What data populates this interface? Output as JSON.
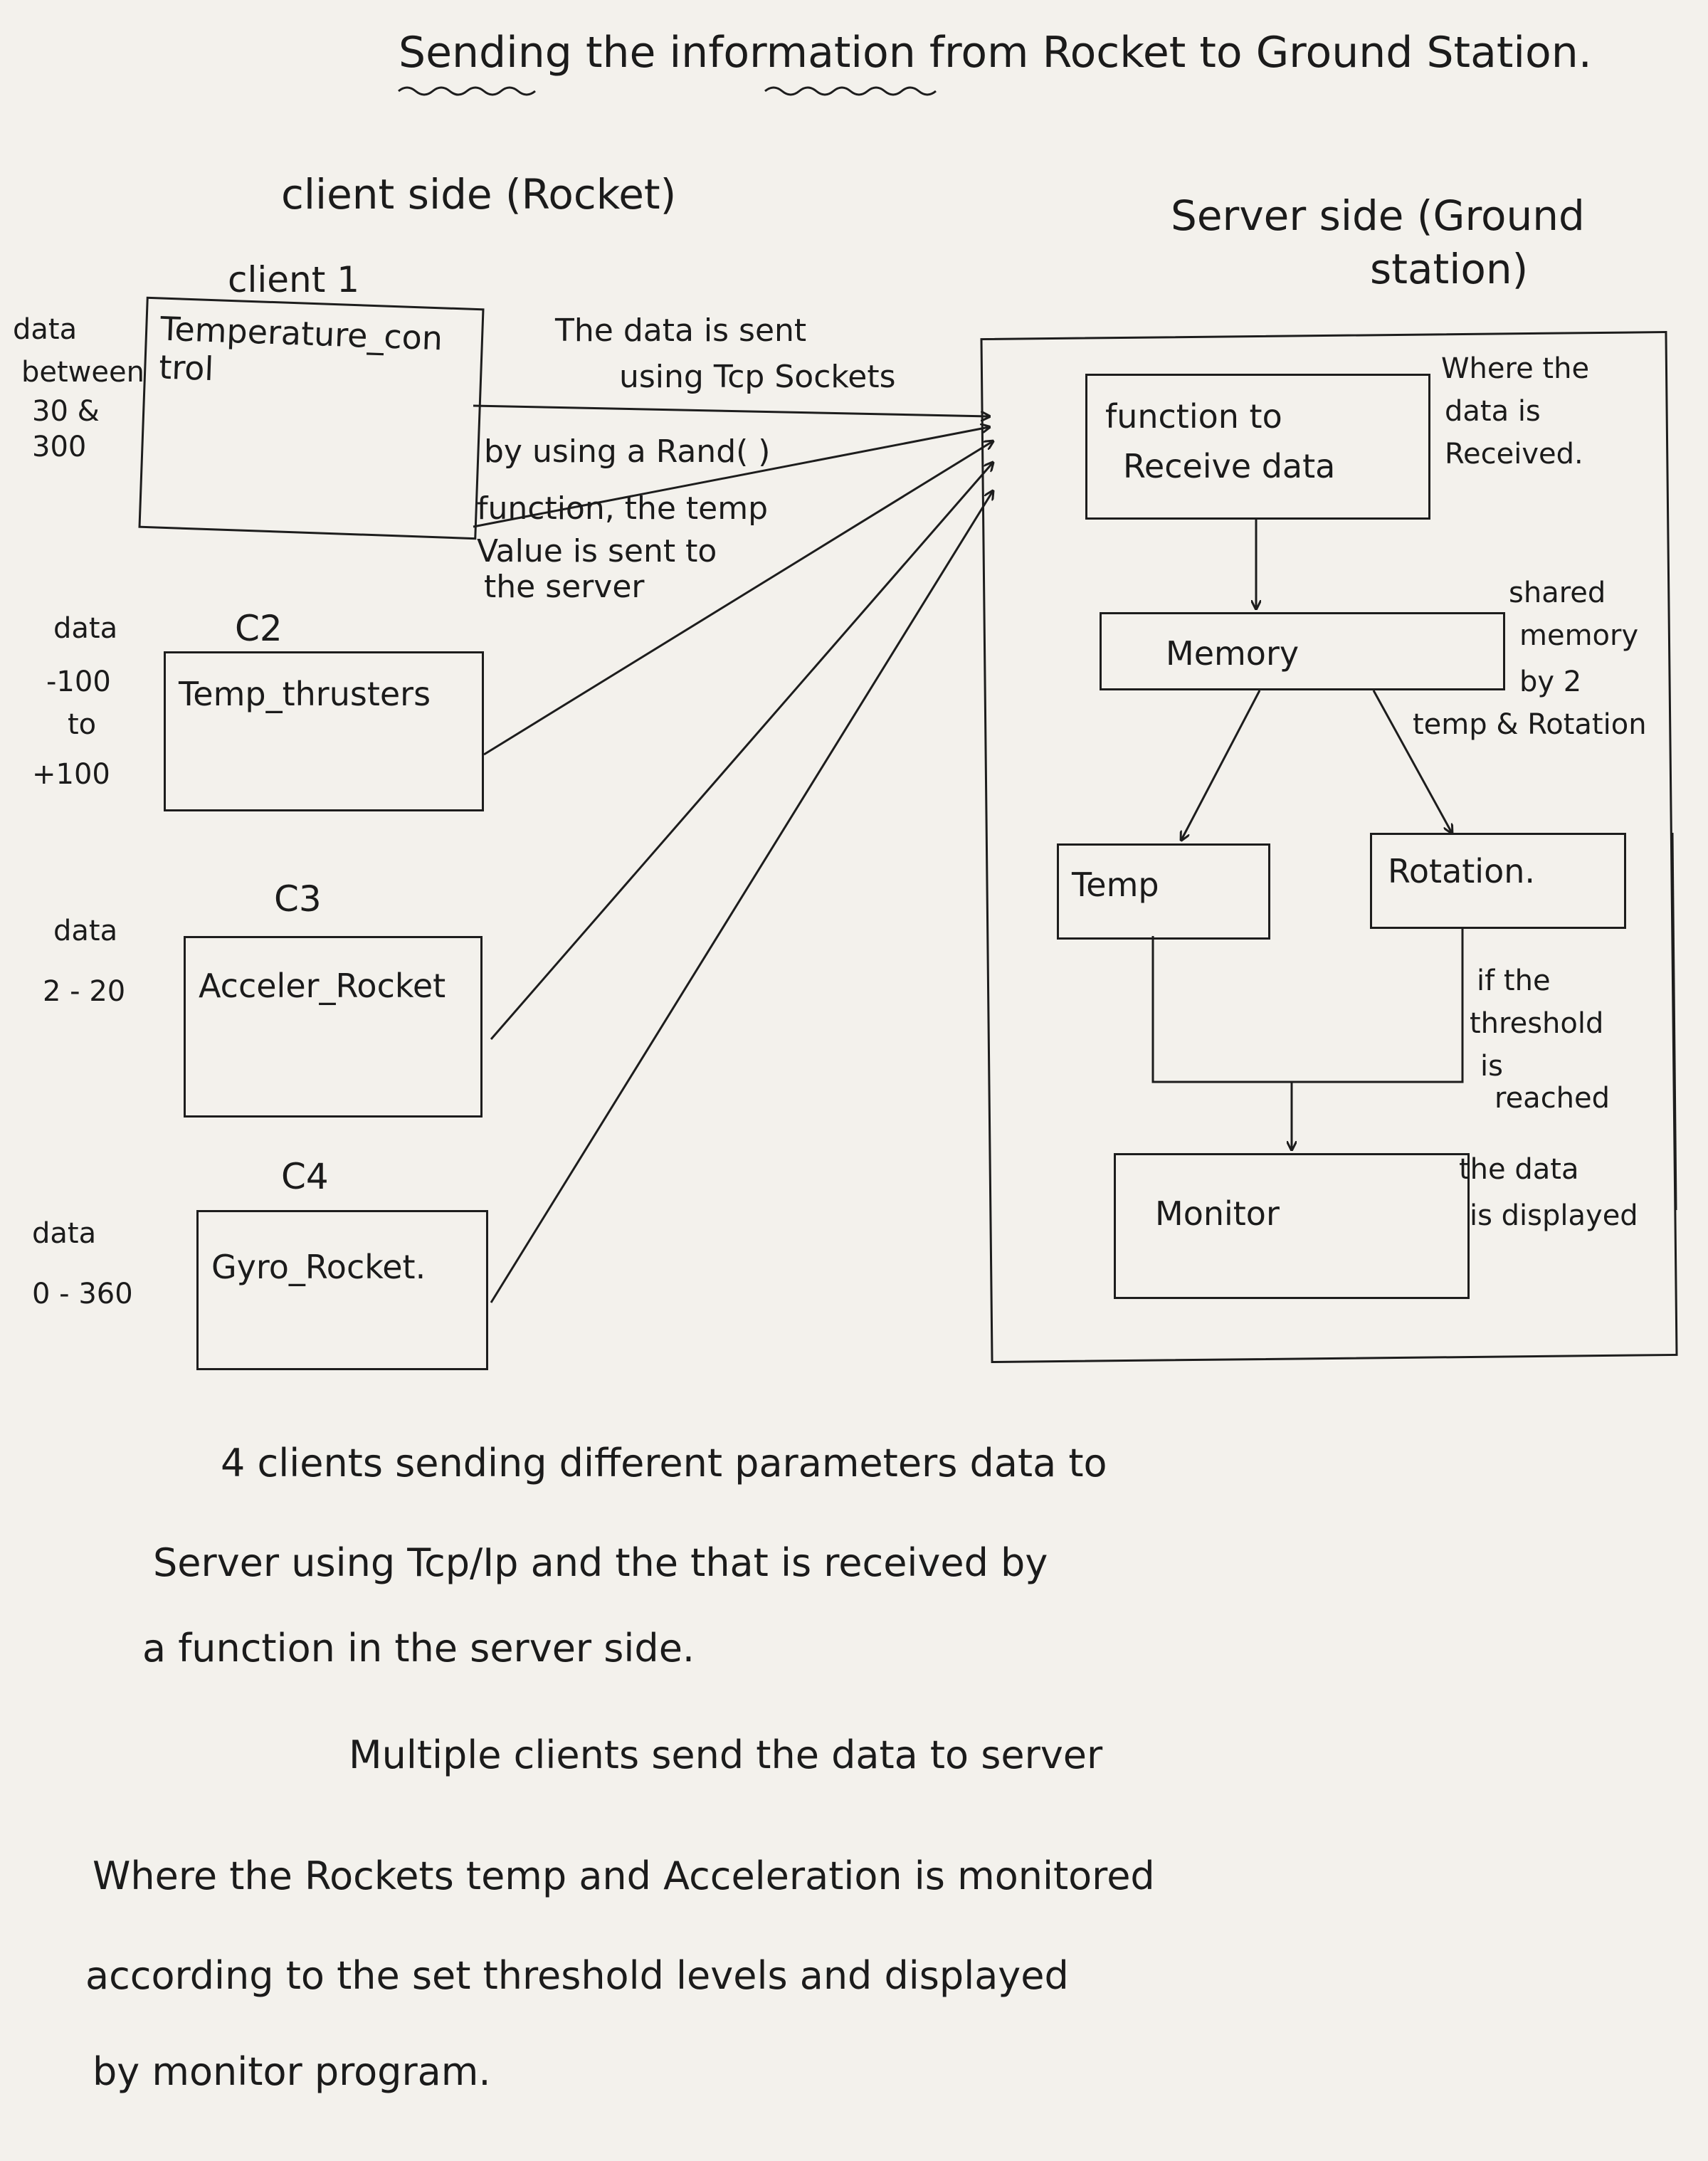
{
  "title": {
    "text": "Sending the information from Rocket to Ground Station."
  },
  "client_side": {
    "heading": "client side (Rocket)"
  },
  "server_side": {
    "heading_line1": "Server side (Ground",
    "heading_line2": "station)"
  },
  "clients": [
    {
      "tag": "client 1",
      "name": "Temperature_con trol",
      "range": [
        "data",
        "between",
        "30 &",
        "300"
      ]
    },
    {
      "tag": "C2",
      "name": "Temp_thrusters",
      "range": [
        "data",
        "-100",
        "to",
        "+100"
      ]
    },
    {
      "tag": "C3",
      "name": "Acceler_Rocket",
      "range": [
        "data",
        "2 - 20"
      ]
    },
    {
      "tag": "C4",
      "name": "Gyro_Rocket.",
      "range": [
        "data",
        "0 - 360"
      ]
    }
  ],
  "notes": {
    "sockets_line1": "The data is sent",
    "sockets_line2": "using Tcp Sockets",
    "rand_line1": "by using a Rand( )",
    "rand_line2": "function, the temp",
    "rand_line3": "Value is sent to",
    "rand_line4": "the server"
  },
  "server_nodes": {
    "receive_line1": "function to",
    "receive_line2": "Receive data",
    "memory": "Memory",
    "temp": "Temp",
    "rotation": "Rotation.",
    "monitor": "Monitor"
  },
  "server_notes": {
    "received": [
      "Where the",
      "data is",
      "Received."
    ],
    "shared": [
      "shared",
      "memory",
      "by 2",
      "temp & Rotation"
    ],
    "threshold": [
      "if the",
      "threshold",
      "is",
      "reached"
    ],
    "displayed": [
      "the data",
      "is displayed"
    ]
  },
  "paragraphs": {
    "p1": [
      "4 clients sending different parameters data to",
      "Server using Tcp/Ip and the that is received by",
      "a function in the server side."
    ],
    "p2": [
      "Multiple clients send the data to server",
      "Where the Rockets temp and Acceleration is monitored",
      "according to the set threshold levels and displayed",
      "by monitor program."
    ]
  },
  "colors": {
    "ink": "#1b1b1b",
    "paper": "#f3f1ec"
  }
}
